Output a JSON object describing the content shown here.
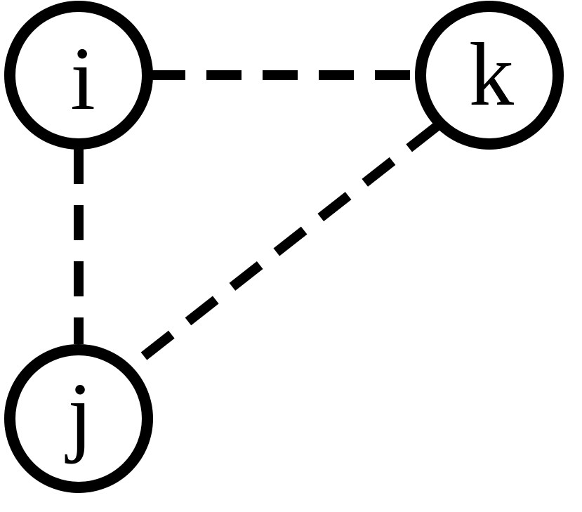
{
  "nodes": [
    {
      "id": "i",
      "label": "i"
    },
    {
      "id": "k",
      "label": "k"
    },
    {
      "id": "j",
      "label": "j"
    }
  ],
  "edges": [
    {
      "from": "i",
      "to": "k",
      "style": "dashed"
    },
    {
      "from": "i",
      "to": "j",
      "style": "dashed"
    },
    {
      "from": "k",
      "to": "j",
      "style": "dashed"
    }
  ],
  "colors": {
    "stroke": "#000000",
    "background": "#ffffff"
  }
}
